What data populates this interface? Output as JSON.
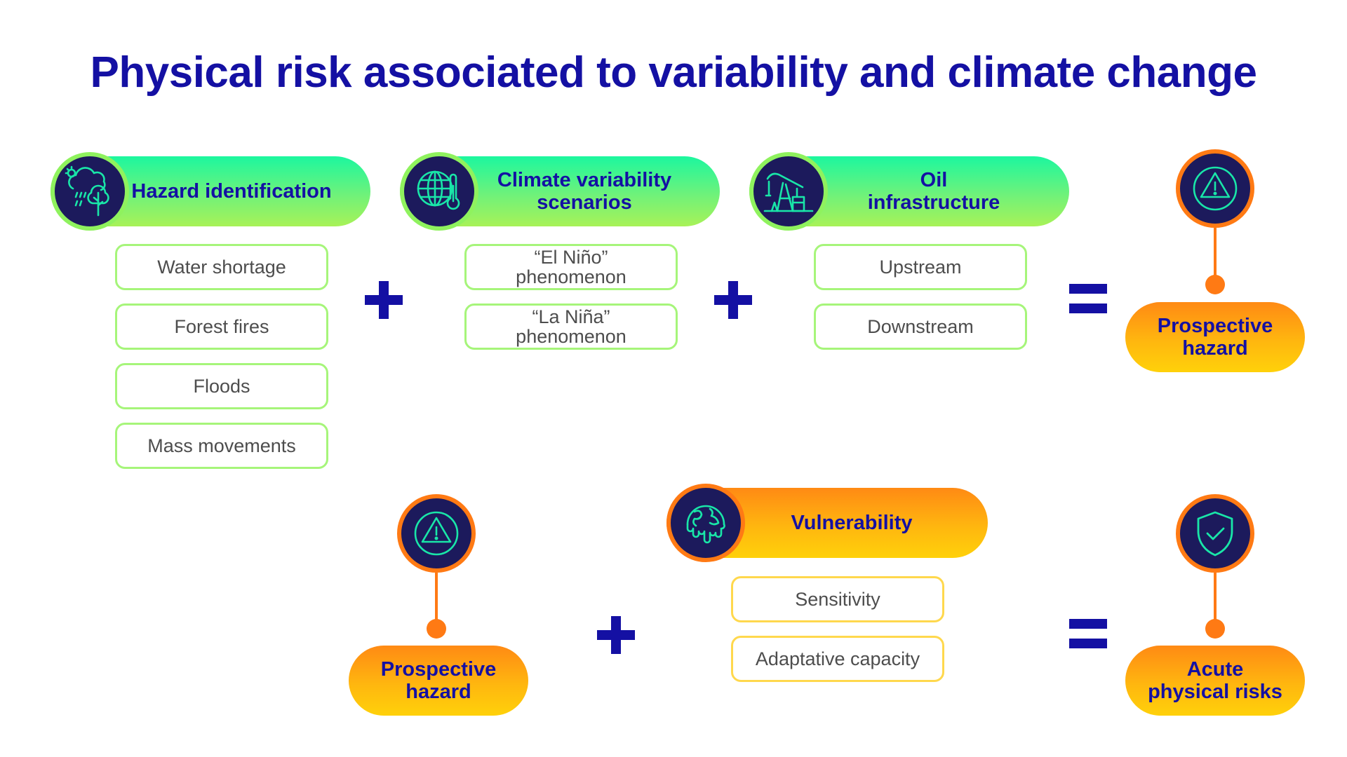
{
  "title": "Physical risk associated to variability and climate change",
  "colors": {
    "title": "#1410a3",
    "green_pill_top": "#1cf79f",
    "green_pill_bottom": "#a8f257",
    "orange_pill_top": "#ff8a14",
    "orange_pill_bottom": "#ffd10a",
    "icon_bg": "#1c1a5c",
    "icon_stroke": "#19e6a8",
    "connector": "#ff7a14"
  },
  "top_row": {
    "hazard": {
      "title": "Hazard identification",
      "icon": "weather-tree-icon",
      "items": [
        "Water shortage",
        "Forest fires",
        "Floods",
        "Mass movements"
      ]
    },
    "climate": {
      "title": "Climate variability scenarios",
      "icon": "globe-thermometer-icon",
      "items": [
        "“El Niño” phenomenon",
        "“La Niña” phenomenon"
      ]
    },
    "oil": {
      "title": "Oil infrastructure",
      "icon": "oil-pump-icon",
      "items": [
        "Upstream",
        "Downstream"
      ]
    },
    "result": {
      "title": "Prospective hazard",
      "icon": "warning-icon"
    }
  },
  "bottom_row": {
    "input": {
      "title": "Prospective hazard",
      "icon": "warning-icon"
    },
    "vulnerability": {
      "title": "Vulnerability",
      "icon": "melting-globe-icon",
      "items": [
        "Sensitivity",
        "Adaptative capacity"
      ]
    },
    "result": {
      "title": "Acute physical risks",
      "icon": "shield-check-icon"
    }
  }
}
